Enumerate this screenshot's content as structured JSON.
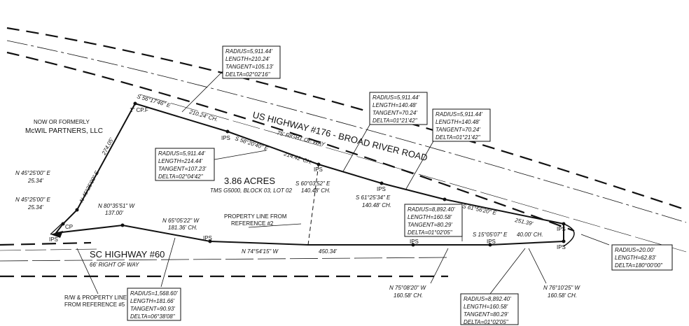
{
  "owner": {
    "line1": "NOW OR FORMERLY",
    "line2": "McWIL PARTNERS, LLC"
  },
  "acreage": {
    "area": "3.86 ACRES",
    "tax_map": "TMS G5000, BLOCK 03, LOT 02"
  },
  "roads": {
    "us_highway": "US HIGHWAY #176 - BROAD RIVER ROAD",
    "us_row": "75' RIGHT OF WAY",
    "sc_highway": "SC HIGHWAY #60",
    "sc_row": "66' RIGHT OF WAY"
  },
  "notes": {
    "property_line": [
      "PROPERTY LINE FROM",
      "REFERENCE #2"
    ],
    "rw_line": [
      "R/W & PROPERTY LINE",
      "FROM REFERENCE #5"
    ]
  },
  "markers": {
    "cpf": "1\" CP.F",
    "cp": "CP",
    "ips": "IPS"
  },
  "bearings": {
    "b1": "S 56°17'46\" E",
    "b1_dist": "210.24' CH.",
    "b2": "S 58°20'40\" E",
    "b2_dist": "214.42' CH.",
    "b3": "S 60°03'52\" E",
    "b3_dist": "140.48' CH.",
    "b4": "S 61°25'34\" E",
    "b4_dist": "140.48' CH.",
    "b5": "S 61°56'20\" E",
    "b5_dist": "251.39'",
    "b6": "S 15°05'07\" E",
    "b6_dist": "40.00' CH.",
    "b7": "N 74°54'15\" W",
    "b7_dist": "450.34'",
    "b8": "N 65°05'22\" W",
    "b8_dist": "181.36' CH.",
    "b9": "N 80°35'51\" W",
    "b9_dist": "137.00'",
    "b10": "N 45°25'00\" E",
    "b10_dist": "274.05'",
    "b11": "N 45°25'00\" E",
    "b11_dist": "25.34'",
    "b12": "N 45°25'00\" E",
    "b12_dist": "25.34'",
    "b13": "N 75°08'20\" W",
    "b13_dist": "160.58' CH.",
    "b14": "N 76°10'25\" W",
    "b14_dist": "160.58' CH."
  },
  "curves": [
    {
      "radius": "RADIUS=5,911.44'",
      "length": "LENGTH=210.24'",
      "tangent": "TANGENT=105.13'",
      "delta": "DELTA=02°02'16\""
    },
    {
      "radius": "RADIUS=5,911.44'",
      "length": "LENGTH=140.48'",
      "tangent": "TANGENT=70.24'",
      "delta": "DELTA=01°21'42\""
    },
    {
      "radius": "RADIUS=5,911.44'",
      "length": "LENGTH=140.48'",
      "tangent": "TANGENT=70.24'",
      "delta": "DELTA=01°21'42\""
    },
    {
      "radius": "RADIUS=5,911.44'",
      "length": "LENGTH=214.44'",
      "tangent": "TANGENT=107.23'",
      "delta": "DELTA=02°04'42\""
    },
    {
      "radius": "RADIUS=8,892.40'",
      "length": "LENGTH=160.58'",
      "tangent": "TANGENT=80.29'",
      "delta": "DELTA=01°02'05\""
    },
    {
      "radius": "RADIUS=20.00'",
      "length": "LENGTH=62.83'",
      "delta": "DELTA=180°00'00\""
    },
    {
      "radius": "RADIUS=1,568.60'",
      "length": "LENGTH=181.66'",
      "tangent": "TANGENT=90.93'",
      "delta": "DELTA=06°38'08\""
    },
    {
      "radius": "RADIUS=8,892.40'",
      "length": "LENGTH=160.58'",
      "tangent": "TANGENT=80.29'",
      "delta": "DELTA=01°02'05\""
    }
  ]
}
